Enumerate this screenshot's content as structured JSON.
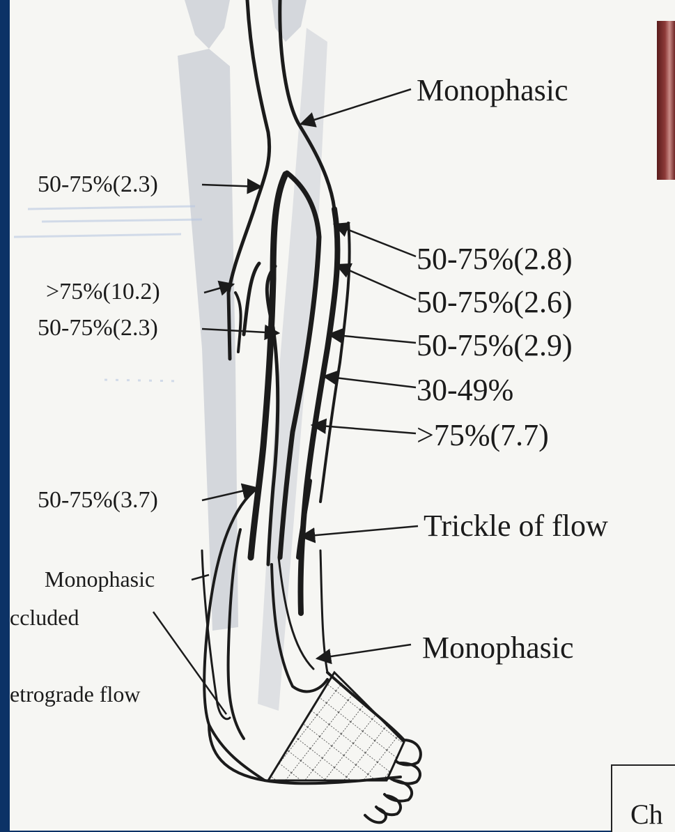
{
  "labels": {
    "monophasic_top": "Monophasic",
    "s_50_75_28": "50-75%(2.8)",
    "s_50_75_26": "50-75%(2.6)",
    "s_50_75_29": "50-75%(2.9)",
    "s_30_49": "30-49%",
    "s_gt75_77": ">75%(7.7)",
    "trickle": "Trickle of flow",
    "monophasic_ankle": "Monophasic",
    "s_50_75_23_a": "50-75%(2.3)",
    "s_gt75_102": ">75%(10.2)",
    "s_50_75_23_b": "50-75%(2.3)",
    "s_50_75_37": "50-75%(3.7)",
    "monophasic_left": "Monophasic",
    "occluded": "ccluded",
    "retrograde": "etrograde flow"
  },
  "caption": {
    "text": "Ch"
  },
  "colors": {
    "border": "#0c3266",
    "paper": "#f6f6f3",
    "ink": "#1b1b1b",
    "bone": "#cfd2d8"
  }
}
